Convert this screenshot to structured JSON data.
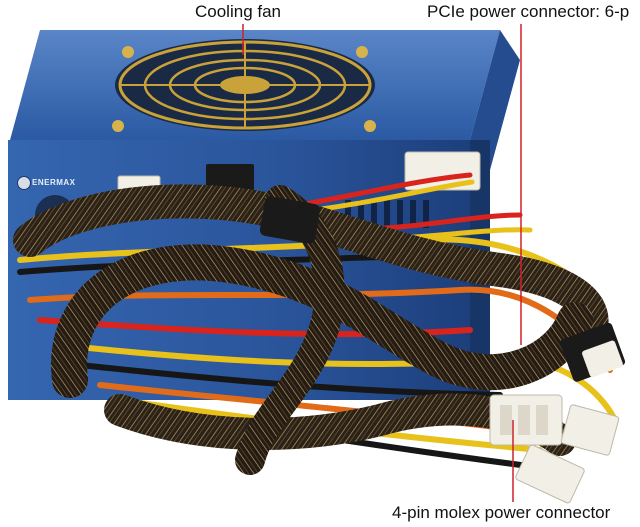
{
  "labels": {
    "cooling_fan": "Cooling fan",
    "pcie": "PCIe power connector: 6-p",
    "molex": "4-pin molex power connector"
  },
  "brand": "ENERMAX",
  "colors": {
    "psu_blue": "#2f5fa8",
    "psu_blue_dark": "#1c3f7a",
    "fan_grill": "#c9a23a",
    "sleeve": "#2a2218",
    "wire_red": "#d8241c",
    "wire_yellow": "#e8c21a",
    "wire_orange": "#e26b1a",
    "wire_black": "#161616",
    "leader_line": "#d0202a"
  }
}
